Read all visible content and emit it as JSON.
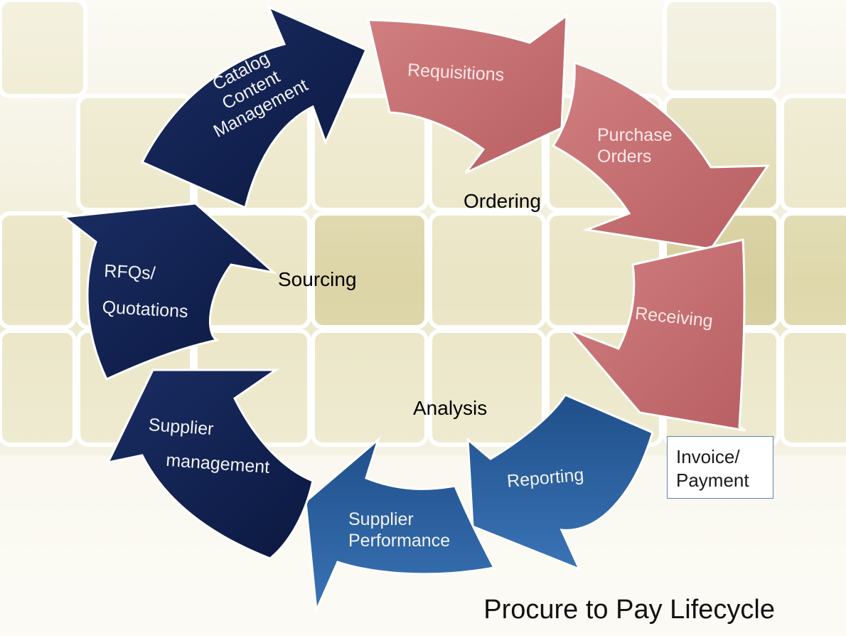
{
  "diagram": {
    "title": "Procure to Pay Lifecycle",
    "phases": {
      "ordering": "Ordering",
      "sourcing": "Sourcing",
      "analysis": "Analysis"
    },
    "steps": {
      "catalog": [
        "Catalog",
        "Content",
        "Management"
      ],
      "requisitions": "Requisitions",
      "purchase_orders": [
        "Purchase",
        "Orders"
      ],
      "receiving": "Receiving",
      "invoice_payment": [
        "Invoice/",
        "Payment"
      ],
      "reporting": "Reporting",
      "supplier_performance": [
        "Supplier",
        "Performance"
      ],
      "supplier_management": [
        "Supplier",
        "management"
      ],
      "rfqs": [
        "RFQs/",
        "Quotations"
      ]
    },
    "colors": {
      "navy": "#0e1e4a",
      "pink": "#c46b6e",
      "blue": "#2a5f9c",
      "background": "#efecd2"
    }
  }
}
